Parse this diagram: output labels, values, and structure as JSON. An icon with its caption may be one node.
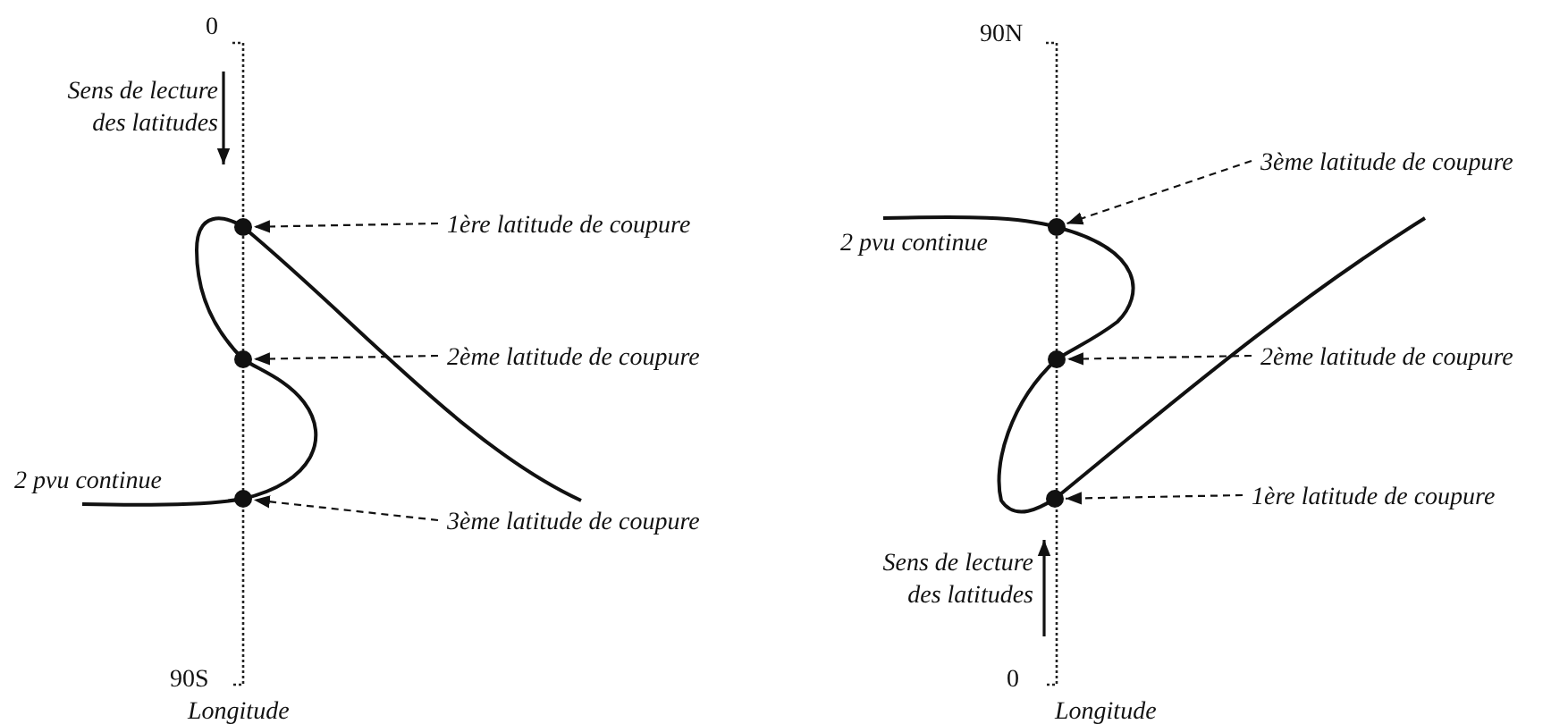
{
  "diagram": {
    "nodes": [
      {
        "text": [
          "1ère latitude de coupure"
        ]
      },
      {
        "text": [],
        "shape": "circle"
      },
      {
        "text": [
          "2ème latitude de coupure"
        ]
      },
      {
        "text": [],
        "shape": "circle"
      },
      {
        "text": [
          "3ème latitude de coupure"
        ]
      },
      {
        "text": [],
        "shape": "circle"
      },
      {
        "text": [
          "3ème latitude de coupure"
        ]
      },
      {
        "text": [],
        "shape": "circle"
      },
      {
        "text": [
          "2ème latitude de coupure"
        ]
      },
      {
        "text": [],
        "shape": "circle"
      },
      {
        "text": [
          "1ère latitude de coupure"
        ]
      },
      {
        "text": [],
        "shape": "circle"
      }
    ],
    "edges": [
      {
        "from": 0,
        "to": 1,
        "arrow": "to",
        "style": "dashed"
      },
      {
        "from": 2,
        "to": 3,
        "arrow": "to",
        "style": "dashed"
      },
      {
        "from": 4,
        "to": 5,
        "arrow": "to",
        "style": "dashed"
      },
      {
        "from": 6,
        "to": 7,
        "arrow": "to",
        "style": "dashed"
      },
      {
        "from": 8,
        "to": 9,
        "arrow": "to",
        "style": "dashed"
      },
      {
        "from": 10,
        "to": 11,
        "arrow": "to",
        "style": "dashed"
      }
    ],
    "labels": [
      "0",
      "Sens de lecture des latitudes",
      "2 pvu continue",
      "90S",
      "Longitude",
      "90N",
      "2 pvu continue",
      "Sens de lecture des latitudes",
      "0",
      "Longitude"
    ]
  }
}
